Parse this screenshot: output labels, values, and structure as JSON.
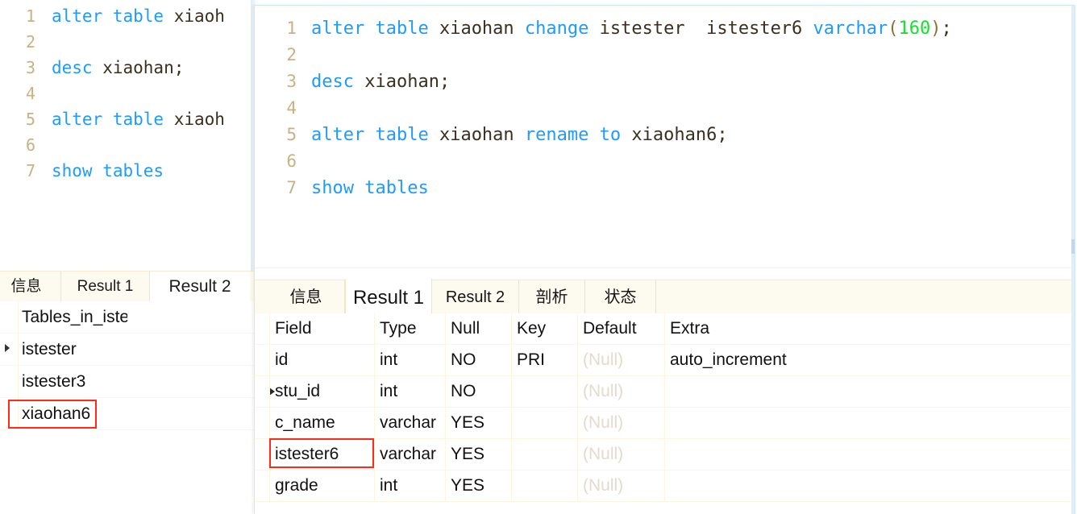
{
  "background_window": {
    "name": "occluded-sql-editor-window",
    "editor": {
      "lines": [
        {
          "no": "1",
          "text": "alter table xiaoh"
        },
        {
          "no": "2",
          "text": ""
        },
        {
          "no": "3",
          "text": "desc xiaohan;"
        },
        {
          "no": "4",
          "text": ""
        },
        {
          "no": "5",
          "text": "alter table xiaoh"
        },
        {
          "no": "6",
          "text": ""
        },
        {
          "no": "7",
          "text": "show tables"
        }
      ]
    },
    "tabs": [
      {
        "label": "信息",
        "active": false
      },
      {
        "label": "Result 1",
        "active": false
      },
      {
        "label": "Result 2",
        "active": true
      }
    ],
    "grid": {
      "header": "Tables_in_iste",
      "rows": [
        {
          "value": "istester",
          "marked": true,
          "highlighted": false
        },
        {
          "value": "istester3",
          "marked": false,
          "highlighted": false
        },
        {
          "value": "xiaohan6",
          "marked": false,
          "highlighted": true
        }
      ]
    }
  },
  "main_window": {
    "name": "sql-editor-window",
    "editor": {
      "lines": [
        {
          "no": "1",
          "tokens": [
            {
              "t": "alter table ",
              "c": "kw"
            },
            {
              "t": "xiaohan ",
              "c": "idt"
            },
            {
              "t": "change ",
              "c": "kw"
            },
            {
              "t": "istester  istester6 ",
              "c": "idt"
            },
            {
              "t": "varchar",
              "c": "kw"
            },
            {
              "t": "(",
              "c": "pun"
            },
            {
              "t": "160",
              "c": "num"
            },
            {
              "t": ")",
              "c": "pun"
            },
            {
              "t": ";",
              "c": "idt"
            }
          ],
          "plain": "alter table xiaohan change istester  istester6 varchar(160);"
        },
        {
          "no": "2",
          "tokens": [],
          "plain": ""
        },
        {
          "no": "3",
          "tokens": [
            {
              "t": "desc ",
              "c": "kw"
            },
            {
              "t": "xiaohan;",
              "c": "idt"
            }
          ],
          "plain": "desc xiaohan;"
        },
        {
          "no": "4",
          "tokens": [],
          "plain": ""
        },
        {
          "no": "5",
          "tokens": [
            {
              "t": "alter table ",
              "c": "kw"
            },
            {
              "t": "xiaohan ",
              "c": "idt"
            },
            {
              "t": "rename to ",
              "c": "kw"
            },
            {
              "t": "xiaohan6;",
              "c": "idt"
            }
          ],
          "plain": "alter table xiaohan rename to xiaohan6;"
        },
        {
          "no": "6",
          "tokens": [],
          "plain": ""
        },
        {
          "no": "7",
          "tokens": [
            {
              "t": "show tables",
              "c": "kw"
            }
          ],
          "plain": "show tables"
        }
      ]
    },
    "tabs": [
      {
        "label": "信息",
        "active": false
      },
      {
        "label": "Result 1",
        "active": true
      },
      {
        "label": "Result 2",
        "active": false
      },
      {
        "label": "剖析",
        "active": false
      },
      {
        "label": "状态",
        "active": false
      }
    ],
    "result_grid": {
      "columns": [
        "Field",
        "Type",
        "Null",
        "Key",
        "Default",
        "Extra"
      ],
      "rows": [
        {
          "marked": false,
          "highlighted": false,
          "cells": [
            "id",
            "int",
            "NO",
            "PRI",
            "(Null)",
            "auto_increment"
          ]
        },
        {
          "marked": true,
          "highlighted": false,
          "cells": [
            "stu_id",
            "int",
            "NO",
            "",
            "(Null)",
            ""
          ]
        },
        {
          "marked": false,
          "highlighted": false,
          "cells": [
            "c_name",
            "varchar",
            "YES",
            "",
            "(Null)",
            ""
          ]
        },
        {
          "marked": false,
          "highlighted": true,
          "cells": [
            "istester6",
            "varchar",
            "YES",
            "",
            "(Null)",
            ""
          ]
        },
        {
          "marked": false,
          "highlighted": false,
          "cells": [
            "grade",
            "int",
            "YES",
            "",
            "(Null)",
            ""
          ]
        }
      ],
      "null_token": "(Null)"
    }
  },
  "annotation": {
    "color": "#ff2a17",
    "boxes": [
      {
        "target": "xiaohan6"
      },
      {
        "target": "istester6"
      }
    ]
  },
  "theme": {
    "keyword_color": "#1e9bff",
    "identifier_color": "#3b3020",
    "number_color": "#12e32b",
    "punctuation_color": "#8a7130",
    "lineno_color": "#c9b183",
    "tab_bg": "#fdfbf0",
    "grid_line": "#fdf5e0",
    "null_color": "#e6d9cd",
    "window_border": "#cfe7f7"
  }
}
